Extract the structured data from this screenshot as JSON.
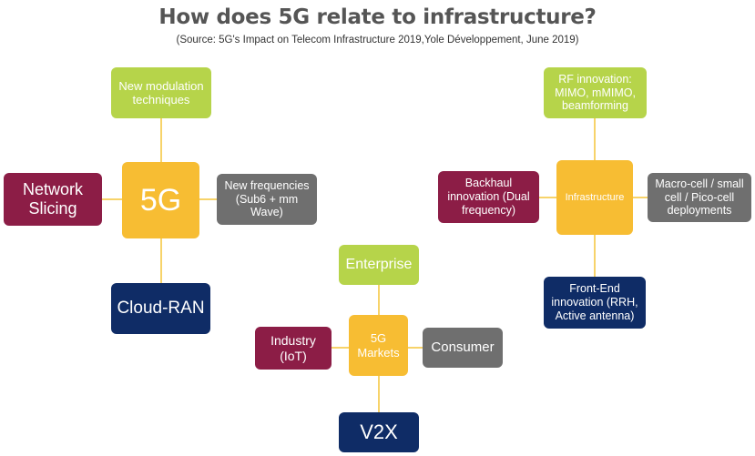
{
  "title": "How does 5G relate to infrastructure?",
  "source": "(Source: 5G's Impact on Telecom Infrastructure 2019,Yole Développement, June 2019)",
  "colors": {
    "green": "#b6d44a",
    "yellow": "#f7bd33",
    "maroon": "#8c1d46",
    "grey": "#6f6f6f",
    "navy": "#0f2c66",
    "connector": "#f7d36a"
  },
  "groups": {
    "fiveg": {
      "center": "5G",
      "top": "New modulation techniques",
      "left": "Network Slicing",
      "right": "New frequencies (Sub6 + mm Wave)",
      "bottom": "Cloud-RAN"
    },
    "infrastructure": {
      "center": "Infrastructure",
      "top": "RF innovation: MIMO, mMIMO, beamforming",
      "left": "Backhaul innovation (Dual frequency)",
      "right": "Macro-cell / small cell / Pico-cell deployments",
      "bottom": "Front-End innovation (RRH, Active antenna)"
    },
    "markets": {
      "center": "5G Markets",
      "top": "Enterprise",
      "left": "Industry (IoT)",
      "right": "Consumer",
      "bottom": "V2X"
    }
  }
}
